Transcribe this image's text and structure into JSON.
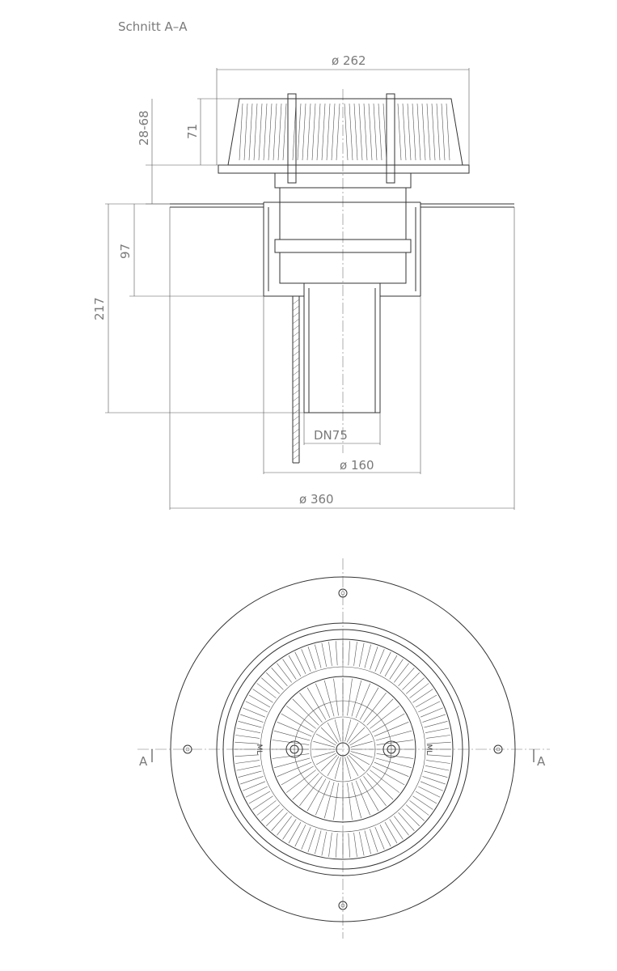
{
  "section": {
    "title": "Schnitt  A–A"
  },
  "dimensions": {
    "d262": "ø 262",
    "h28_68": "28-68",
    "h71": "71",
    "h97": "97",
    "h217": "217",
    "dn75": "DN75",
    "d160": "ø 160",
    "d360": "ø 360"
  },
  "plan": {
    "section_mark_left": "A",
    "section_mark_right": "A",
    "mark_left": "ML",
    "mark_right": "ML"
  },
  "colors": {
    "line": "#333333",
    "text": "#7a7a7a"
  }
}
